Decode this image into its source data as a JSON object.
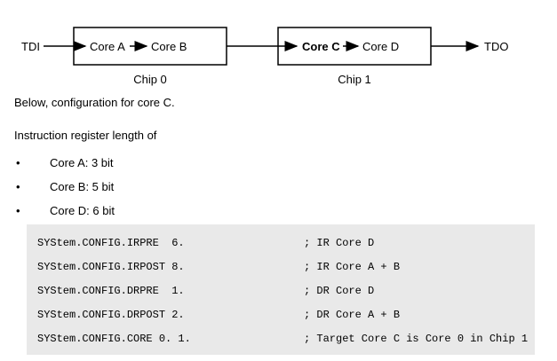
{
  "diagram": {
    "tdi_label": "TDI",
    "tdo_label": "TDO",
    "chip0": {
      "label": "Chip 0",
      "cores": [
        "Core A",
        "Core B"
      ]
    },
    "chip1": {
      "label": "Chip 1",
      "cores": [
        "Core C",
        "Core D"
      ]
    }
  },
  "body": {
    "intro": "Below, configuration for core C.",
    "ir_heading": "Instruction register length of",
    "bullets": [
      "Core A: 3 bit",
      "Core B: 5 bit",
      "Core D: 6 bit"
    ]
  },
  "code": {
    "background": "#e9e9e9",
    "lines": [
      {
        "cmd": "SYStem.CONFIG.IRPRE  6.",
        "comment": "; IR Core D"
      },
      {
        "cmd": "SYStem.CONFIG.IRPOST 8.",
        "comment": "; IR Core A + B"
      },
      {
        "cmd": "SYStem.CONFIG.DRPRE  1.",
        "comment": "; DR Core D"
      },
      {
        "cmd": "SYStem.CONFIG.DRPOST 2.",
        "comment": "; DR Core A + B"
      },
      {
        "cmd": "SYStem.CONFIG.CORE 0. 1.",
        "comment": "; Target Core C is Core 0 in Chip 1"
      }
    ]
  }
}
